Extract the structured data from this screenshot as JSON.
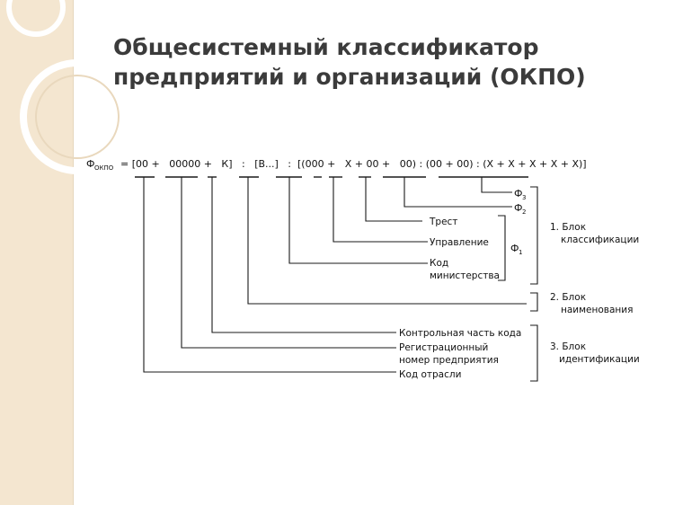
{
  "title_line1": "Общесистемный классификатор",
  "title_line2": "предприятий и организаций (ОКПО)",
  "formula": {
    "phi": "Ф",
    "subscript": "ОКПО",
    "expression": "= [00 +   00000 +   К]   :   [В...]   :  [(000 +   Х + 00 +   00) : (00 + 00) : (Х + Х + Х + Х + Х)]"
  },
  "labels": {
    "phi3": "Ф",
    "phi3_sub": "3",
    "phi2": "Ф",
    "phi2_sub": "2",
    "phi1": "Ф",
    "phi1_sub": "1",
    "trest": "Трест",
    "upravlenie": "Управление",
    "kod_ministerstva_1": "Код",
    "kod_ministerstva_2": "министерства",
    "kontrol": "Контрольная часть кода",
    "reg_1": "Регистрационный",
    "reg_2": "номер предприятия",
    "kod_otrasli": "Код отрасли"
  },
  "blocks": {
    "block1_line1": "1. Блок",
    "block1_line2": "классификации",
    "block2_line1": "2. Блок",
    "block2_line2": "наименования",
    "block3_line1": "3. Блок",
    "block3_line2": "идентификации"
  }
}
